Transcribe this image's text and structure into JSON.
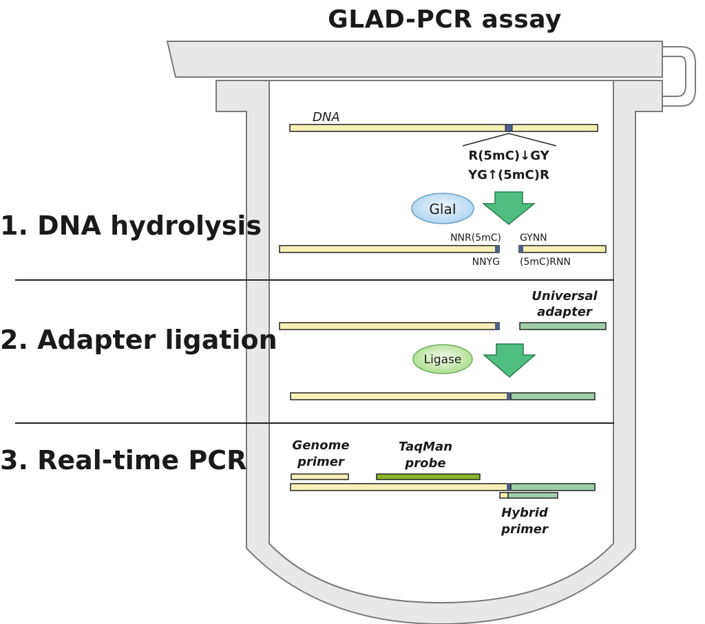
{
  "title": "GLAD-PCR assay",
  "steps": [
    {
      "label": "1. DNA hydrolysis"
    },
    {
      "label": "2. Adapter ligation"
    },
    {
      "label": "3. Real-time PCR"
    }
  ],
  "hydrolysis": {
    "dna_label": "DNA",
    "site_top": "R(5mC)↓GY",
    "site_bottom": "YG↑(5mC)R",
    "enzyme": "GlaI",
    "left_top": "NNR(5mC)",
    "left_bottom": "NNYG",
    "right_top": "GYNN",
    "right_bottom": "(5mC)RNN"
  },
  "ligation": {
    "adapter_line1": "Universal",
    "adapter_line2": "adapter",
    "enzyme": "Ligase"
  },
  "pcr": {
    "genome_line1": "Genome",
    "genome_line2": "primer",
    "probe_line1": "TaqMan",
    "probe_line2": "probe",
    "hybrid_line1": "Hybrid",
    "hybrid_line2": "primer"
  },
  "colors": {
    "dna": "#f7f0b4",
    "adapter": "#9fcfaa",
    "probe": "#8ab526",
    "site": "#4a5f8c",
    "arrow": "#4fbf7f",
    "tube_fill": "#e8e8e8",
    "tube_stroke": "#7a7a7a"
  }
}
